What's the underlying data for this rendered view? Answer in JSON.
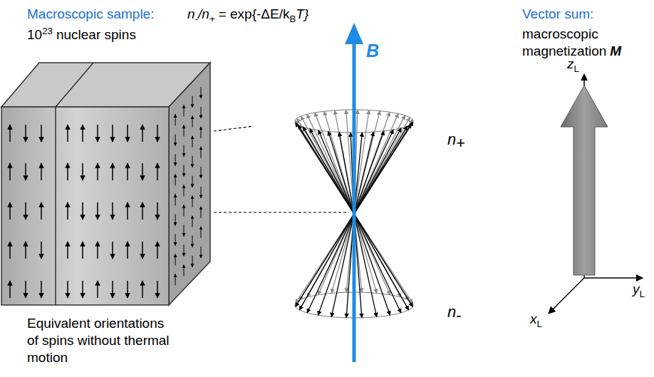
{
  "diagram": {
    "labels": [
      "Macroscopic sample:",
      "10",
      "23",
      "nuclear spins",
      "n",
      "-",
      "/n",
      "+",
      "= exp{-ΔE/k",
      "B",
      "T}",
      "Vector sum:",
      "macroscopic magnetization",
      "M",
      "B",
      "n",
      "+",
      "n",
      "-",
      "z",
      "L",
      "y",
      "L",
      "x",
      "L",
      "Equivalent orientations of spins without thermal motion"
    ]
  }
}
